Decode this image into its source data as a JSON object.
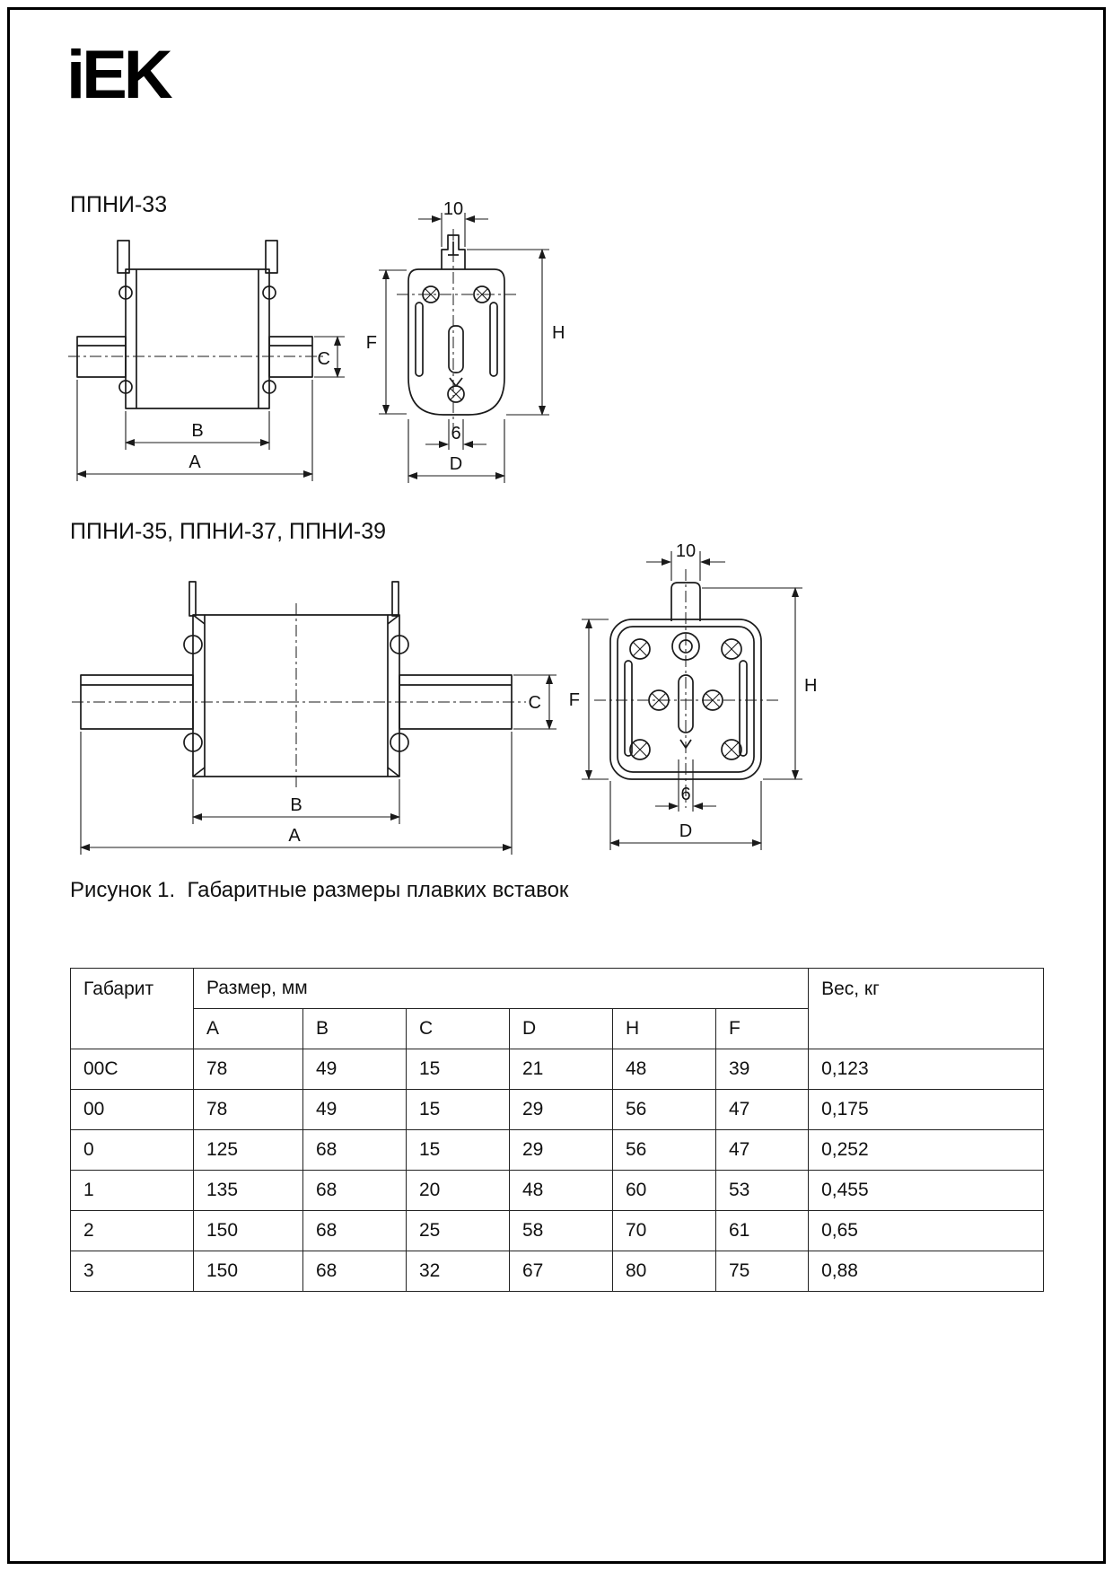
{
  "page": {
    "logo": "iEK",
    "caption": "Рисунок 1.  Габаритные размеры плавких вставок"
  },
  "drawings": {
    "label1": "ППНИ-33",
    "label2": "ППНИ-35, ППНИ-37, ППНИ-39",
    "dims": {
      "A": "A",
      "B": "B",
      "C": "C",
      "D": "D",
      "F": "F",
      "H": "H",
      "d10": "10",
      "d6": "6"
    }
  },
  "table": {
    "header": {
      "gabarit": "Габарит",
      "size": "Размер, мм",
      "weight": "Вес, кг",
      "size_cols": [
        "A",
        "B",
        "C",
        "D",
        "H",
        "F"
      ]
    },
    "rows": [
      {
        "gabarit": "00C",
        "values": [
          "78",
          "49",
          "15",
          "21",
          "48",
          "39"
        ],
        "weight": "0,123"
      },
      {
        "gabarit": "00",
        "values": [
          "78",
          "49",
          "15",
          "29",
          "56",
          "47"
        ],
        "weight": "0,175"
      },
      {
        "gabarit": "0",
        "values": [
          "125",
          "68",
          "15",
          "29",
          "56",
          "47"
        ],
        "weight": "0,252"
      },
      {
        "gabarit": "1",
        "values": [
          "135",
          "68",
          "20",
          "48",
          "60",
          "53"
        ],
        "weight": "0,455"
      },
      {
        "gabarit": "2",
        "values": [
          "150",
          "68",
          "25",
          "58",
          "70",
          "61"
        ],
        "weight": "0,65"
      },
      {
        "gabarit": "3",
        "values": [
          "150",
          "68",
          "32",
          "67",
          "80",
          "75"
        ],
        "weight": "0,88"
      }
    ]
  }
}
